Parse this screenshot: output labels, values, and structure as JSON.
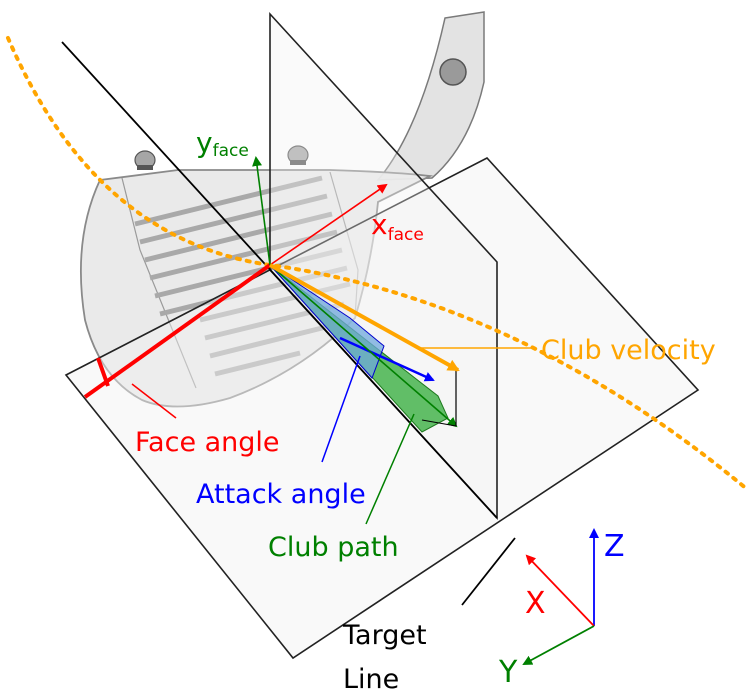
{
  "labels": {
    "y_face_main": "y",
    "y_face_sub": "face",
    "x_face_main": "x",
    "x_face_sub": "face",
    "club_velocity": "Club velocity",
    "face_angle": "Face angle",
    "attack_angle": "Attack angle",
    "club_path": "Club path",
    "target_line_1": "Target",
    "target_line_2": "Line",
    "axis_z": "Z",
    "axis_x": "X",
    "axis_y": "Y"
  },
  "colors": {
    "face_angle": "#ff0000",
    "attack_angle": "#0000ff",
    "club_path": "#008000",
    "club_velocity": "#ffa500",
    "target_line": "#000000",
    "club_head_fill": "#e6e6e6",
    "green_fill": "#3cb043",
    "blue_fill": "#6fa8dc"
  }
}
